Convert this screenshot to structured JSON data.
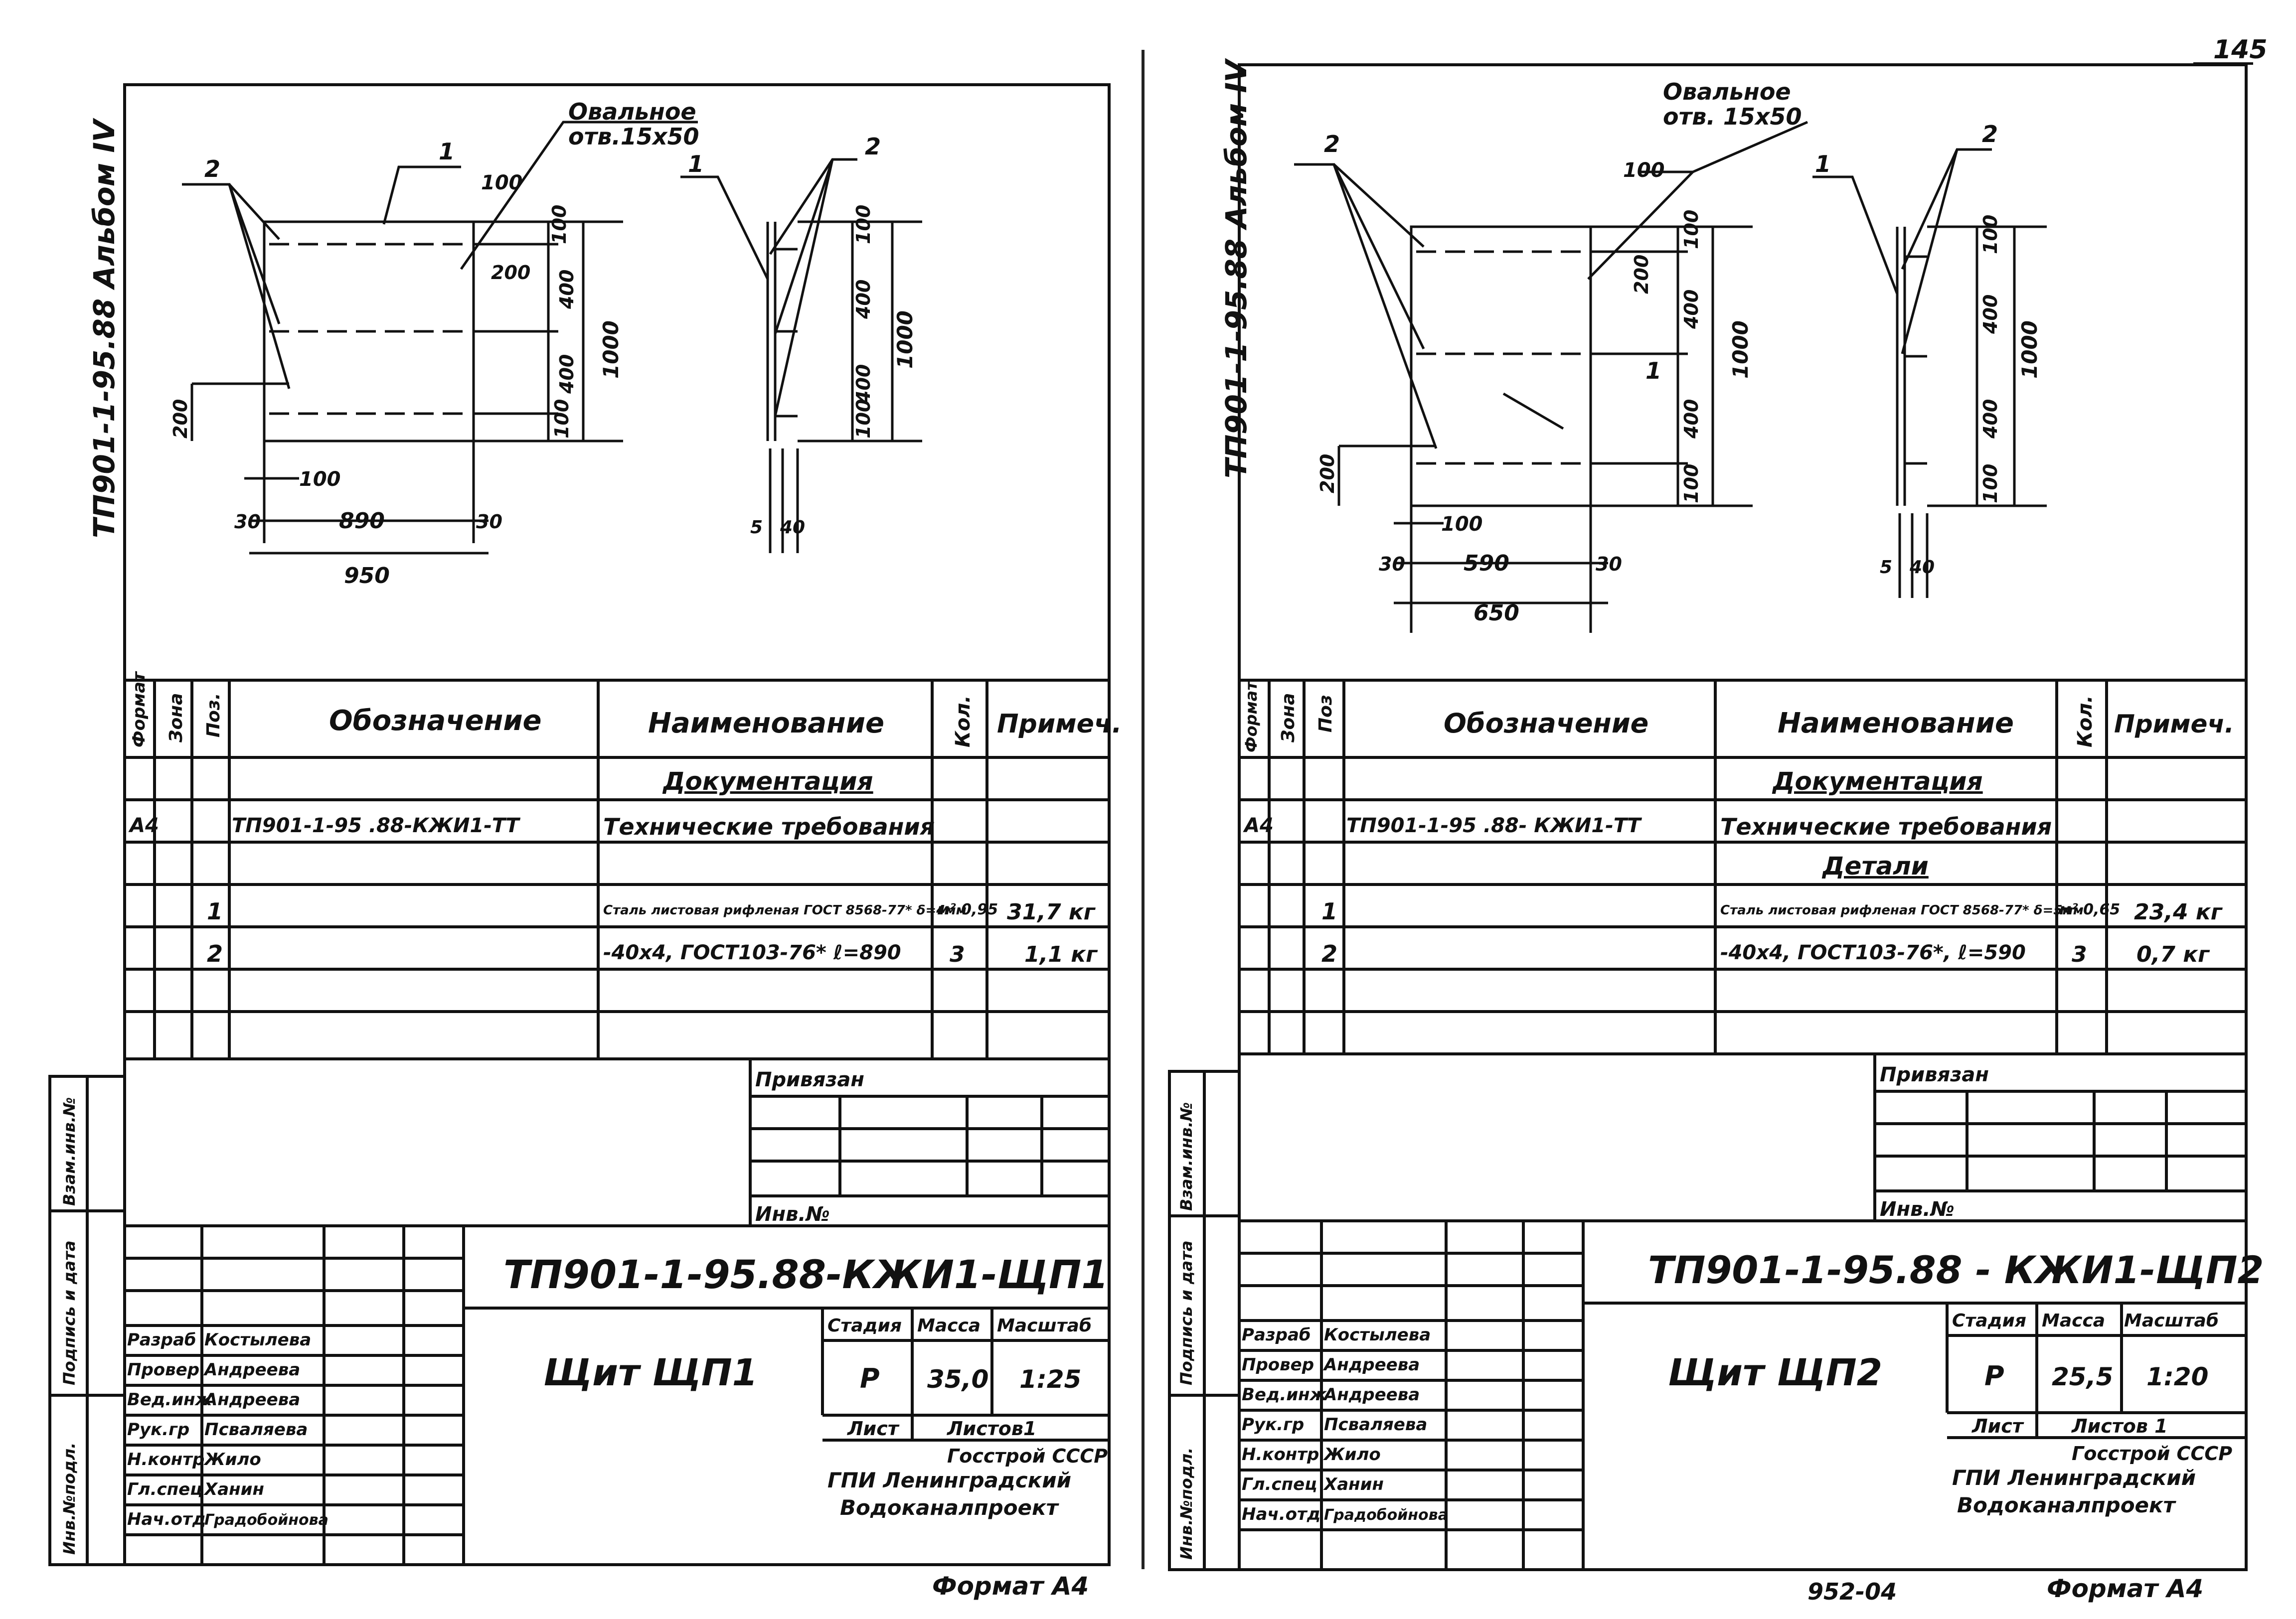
{
  "page_number": "145",
  "footer_code": "952-04",
  "sheets": [
    {
      "id": "left",
      "album_label": "ТП901-1-95.88 Альбом IV",
      "drawing": {
        "callouts": {
          "oval_hole": "Овальное",
          "oval_hole_size": "отв.15х50",
          "pos1": "1",
          "pos2": "2"
        },
        "dims": {
          "d100": "100",
          "d200": "200",
          "d400": "400",
          "d1000": "1000",
          "d30": "30",
          "inner_w": "890",
          "outer_w": "950",
          "d5": "5",
          "d40": "40"
        }
      },
      "spec": {
        "headers": {
          "format": "Формат",
          "zone": "Зона",
          "pos": "Поз.",
          "designation": "Обозначение",
          "name": "Наименование",
          "qty": "Кол.",
          "note": "Примеч."
        },
        "section_docs": "Документация",
        "section_parts": "",
        "rows": [
          {
            "format": "А4",
            "pos": "",
            "designation": "ТП901-1-95 .88-КЖИ1-ТТ",
            "name": "Технические требования",
            "qty": "",
            "note": ""
          },
          {
            "format": "",
            "pos": "1",
            "designation": "",
            "name": "Сталь листовая рифленая ГОСТ 8568-77* δ=4мм",
            "qty": "м² 0,95",
            "note": "31,7 кг"
          },
          {
            "format": "",
            "pos": "2",
            "designation": "",
            "name": "-40х4, ГОСТ103-76* ℓ=890",
            "qty": "3",
            "note": "1,1 кг"
          }
        ]
      },
      "title_block": {
        "privyazan": "Привязан",
        "inv_no": "Инв.№",
        "code": "ТП901-1-95.88-КЖИ1-ЩП1",
        "object_name": "Щит ЩП1",
        "stage_label": "Стадия",
        "mass_label": "Масса",
        "scale_label": "Масштаб",
        "stage": "Р",
        "mass": "35,0",
        "scale": "1:25",
        "sheet_label": "Лист",
        "sheets_label": "Листов1",
        "org1": "Госстрой СССР",
        "org2": "ГПИ Ленинградский",
        "org3": "Водоканалпроект",
        "roles": [
          "Разраб",
          "Провер",
          "Вед.инж",
          "Рук.гр",
          "Н.контр",
          "Гл.спец",
          "Нач.отд"
        ],
        "names": [
          "Костылева",
          "Андреева",
          "Андреева",
          "Псваляева",
          "Жило",
          "Ханин",
          "Градобойнова"
        ],
        "side_labels": [
          "Инв.№подл.",
          "Подпись и дата",
          "Взам.инв.№"
        ],
        "format": "Формат А4"
      }
    },
    {
      "id": "right",
      "album_label": "ТП901-1-95.88 Альбом IV",
      "drawing": {
        "callouts": {
          "oval_hole": "Овальное",
          "oval_hole_size": "отв. 15х50",
          "pos1": "1",
          "pos2": "2"
        },
        "dims": {
          "d100": "100",
          "d200": "200",
          "d400": "400",
          "d1000": "1000",
          "d30": "30",
          "inner_w": "590",
          "outer_w": "650",
          "d5": "5",
          "d40": "40"
        }
      },
      "spec": {
        "headers": {
          "format": "Формат",
          "zone": "Зона",
          "pos": "Поз",
          "designation": "Обозначение",
          "name": "Наименование",
          "qty": "Кол.",
          "note": "Примеч."
        },
        "section_docs": "Документация",
        "section_parts": "Детали",
        "rows": [
          {
            "format": "А4",
            "pos": "",
            "designation": "ТП901-1-95 .88- КЖИ1-ТТ",
            "name": "Технические требования",
            "qty": "",
            "note": ""
          },
          {
            "format": "",
            "pos": "1",
            "designation": "",
            "name": "Сталь листовая рифленая ГОСТ 8568-77* δ=5мм",
            "qty": "м² 0,65",
            "note": "23,4 кг"
          },
          {
            "format": "",
            "pos": "2",
            "designation": "",
            "name": "-40х4, ГОСТ103-76*, ℓ=590",
            "qty": "3",
            "note": "0,7 кг"
          }
        ]
      },
      "title_block": {
        "privyazan": "Привязан",
        "inv_no": "Инв.№",
        "code": "ТП901-1-95.88 - КЖИ1-ЩП2",
        "object_name": "Щит ЩП2",
        "stage_label": "Стадия",
        "mass_label": "Масса",
        "scale_label": "Масштаб",
        "stage": "Р",
        "mass": "25,5",
        "scale": "1:20",
        "sheet_label": "Лист",
        "sheets_label": "Листов 1",
        "org1": "Госстрой СССР",
        "org2": "ГПИ Ленинградский",
        "org3": "Водоканалпроект",
        "roles": [
          "Разраб",
          "Провер",
          "Вед.инж",
          "Рук.гр",
          "Н.контр",
          "Гл.спец",
          "Нач.отд"
        ],
        "names": [
          "Костылева",
          "Андреева",
          "Андреева",
          "Псваляева",
          "Жило",
          "Ханин",
          "Градобойнова"
        ],
        "side_labels": [
          "Инв.№подл.",
          "Подпись и дата",
          "Взам.инв.№"
        ],
        "format": "Формат А4"
      }
    }
  ]
}
